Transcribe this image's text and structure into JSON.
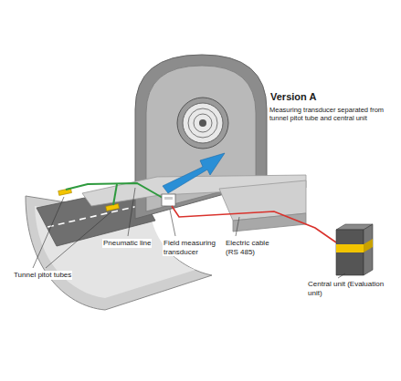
{
  "diagram": {
    "title": "Version A",
    "caption": "Measuring transducer separated from tunnel pitot tube and central unit",
    "labels": [
      "Tunnel pitot tubes",
      "Pneumatic line",
      "Field measuring transducer",
      "Electric cable (RS 485)",
      "Central unit (Evaluation unit)"
    ]
  }
}
